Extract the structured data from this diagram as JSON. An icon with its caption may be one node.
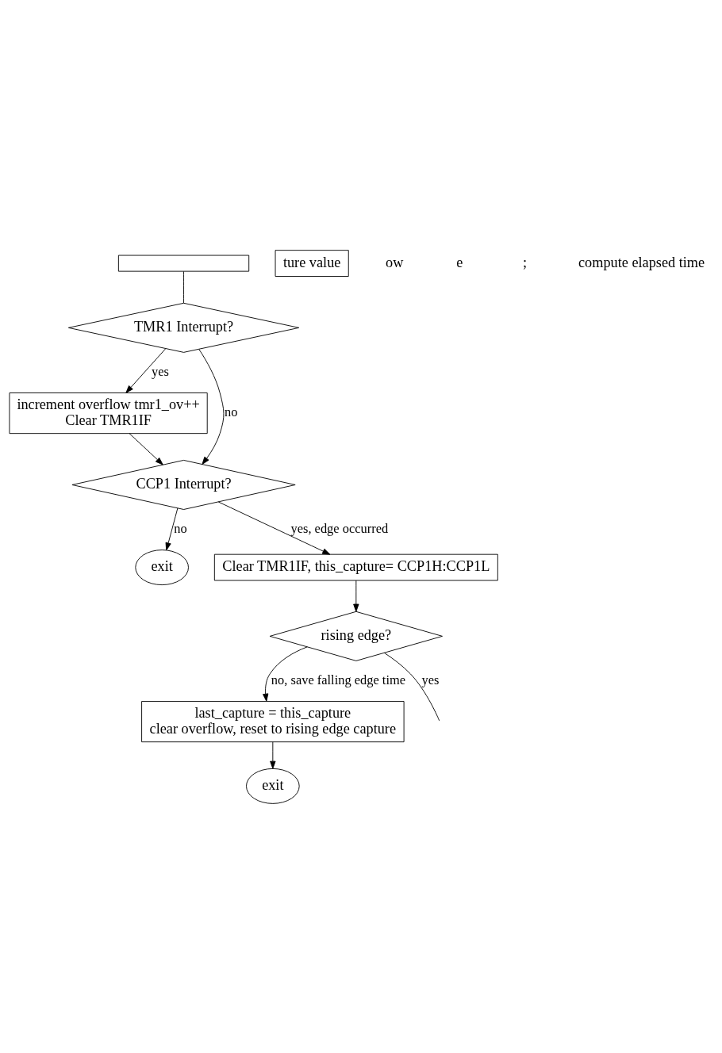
{
  "diagram": {
    "nodes": [
      {
        "text": [],
        "shape": "box"
      },
      {
        "text": [
          "TMR1 Interrupt?"
        ]
      },
      {
        "text": [
          "increment overflow tmr1_ov++",
          "Clear TMR1IF"
        ]
      },
      {
        "text": [
          "CCP1 Interrupt?"
        ]
      },
      {
        "text": [
          "exit"
        ]
      },
      {
        "text": [
          "Clear TMR1IF, this_capture= CCP1H:CCP1L"
        ]
      },
      {
        "text": [
          "rising edge?"
        ]
      },
      {
        "text": [
          "last_capture = this_capture",
          "clear overflow, reset to rising edge capture"
        ]
      },
      {
        "text": [
          "exit"
        ]
      },
      {
        "text": [
          "ture value"
        ]
      }
    ],
    "edges": [
      {
        "from": 0,
        "to": 1,
        "arrow": "none"
      },
      {
        "from": 1,
        "to": 2,
        "arrow": "to",
        "label": "yes"
      },
      {
        "from": 1,
        "to": 3,
        "arrow": "to",
        "label": "no"
      },
      {
        "from": 2,
        "to": 3,
        "arrow": "to"
      },
      {
        "from": 3,
        "to": 4,
        "arrow": "to",
        "label": "no"
      },
      {
        "from": 3,
        "to": 5,
        "arrow": "to",
        "label": "yes, edge occurred"
      },
      {
        "from": 5,
        "to": 6,
        "arrow": "to"
      },
      {
        "from": 6,
        "to": 7,
        "arrow": "to",
        "label": "no, save falling edge time"
      },
      {
        "from": 7,
        "to": 8,
        "arrow": "to"
      },
      {
        "from": 6,
        "to": null,
        "arrow": "none",
        "label": "yes"
      }
    ],
    "labels": [
      "ow",
      "e",
      ";",
      "compute elapsed time"
    ]
  }
}
